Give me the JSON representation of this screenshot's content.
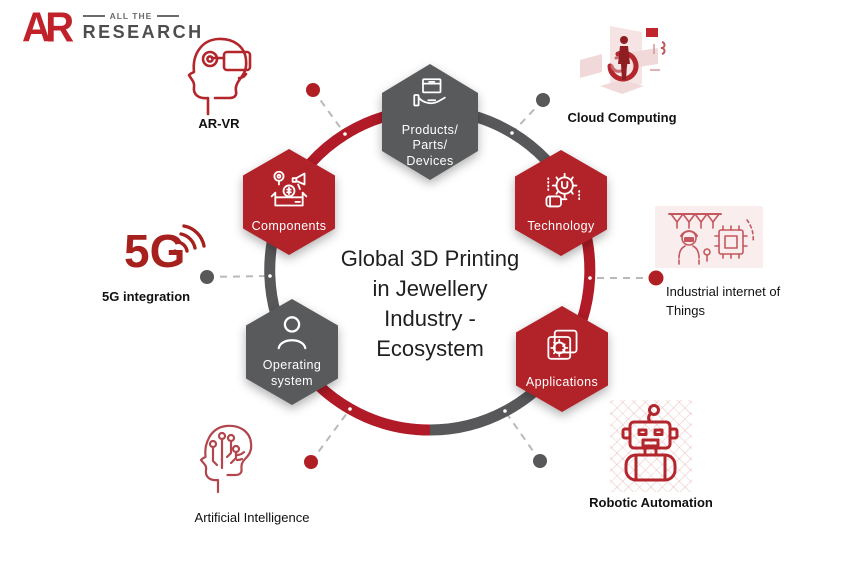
{
  "brand": {
    "monogram": "AR",
    "tagline": "ALL THE",
    "name": "RESEARCH"
  },
  "center": {
    "title_lines": [
      "Global 3D Printing",
      "in Jewellery",
      "Industry -",
      "Ecosystem"
    ]
  },
  "hexagons": [
    {
      "id": "products",
      "label": "Products/\nParts/\nDevices",
      "color": "#595a5c",
      "icon": "hand-box-icon"
    },
    {
      "id": "technology",
      "label": "Technology",
      "color": "#b22329",
      "icon": "gear-wrench-icon"
    },
    {
      "id": "applications",
      "label": "Applications",
      "color": "#b22329",
      "icon": "apps-gear-icon"
    },
    {
      "id": "operating-system",
      "label": "Operating\nsystem",
      "color": "#595a5c",
      "icon": "person-icon"
    },
    {
      "id": "components",
      "label": "Components",
      "color": "#b22329",
      "icon": "components-crate-icon"
    }
  ],
  "externals": [
    {
      "id": "ar-vr",
      "label": "AR-VR",
      "dot_color": "#b01f24",
      "icon": "ar-vr-headset-icon"
    },
    {
      "id": "cloud-computing",
      "label": "Cloud Computing",
      "dot_color": "#58585a",
      "icon": "cloud-computing-icon"
    },
    {
      "id": "industrial-iot",
      "label": "Industrial internet of Things",
      "dot_color": "#b01f24",
      "icon": "industrial-iot-icon"
    },
    {
      "id": "robotic-automation",
      "label": "Robotic Automation",
      "dot_color": "#58585a",
      "icon": "robot-icon"
    },
    {
      "id": "artificial-intelligence",
      "label": "Artificial Intelligence",
      "dot_color": "#b01f24",
      "icon": "ai-head-icon"
    },
    {
      "id": "5g-integration",
      "label": "5G integration",
      "icon_text": "5G",
      "dot_color": "#58585a",
      "icon": "5g-signal-icon"
    }
  ],
  "colors": {
    "red": "#b22329",
    "gray": "#595a5c",
    "ring_red": "#b11a27",
    "ring_gray": "#58585a",
    "dashed_line": "#b9b9b9",
    "icon_red": "#b3262c",
    "logo_red": "#c1222a"
  }
}
